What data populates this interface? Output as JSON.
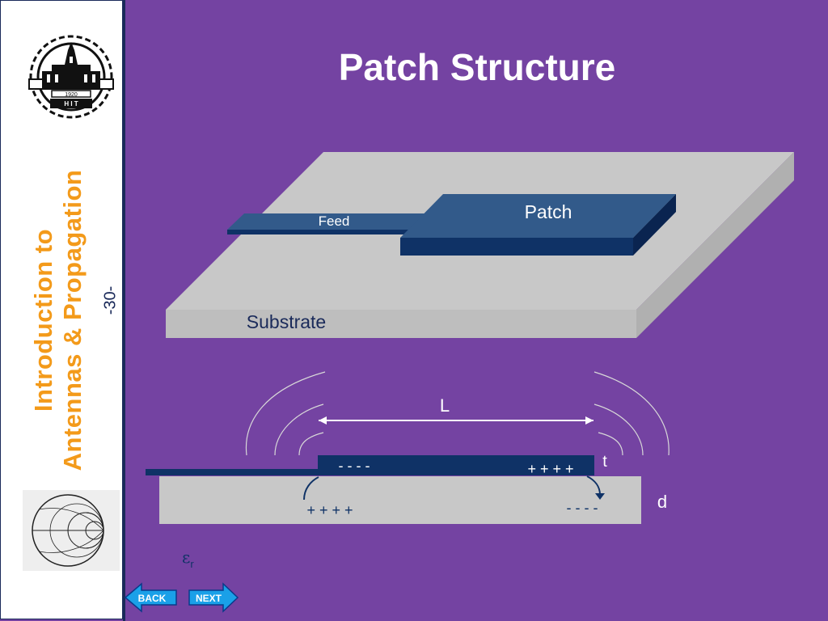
{
  "slide": {
    "title": "Patch Structure",
    "page_number": "-30-",
    "sidebar_title_line1": "Introduction to",
    "sidebar_title_line2": "Antennas & Propagation",
    "logo_text_year": "1920",
    "logo_text_abbr": "H I T"
  },
  "diagram_3d": {
    "feed_label": "Feed",
    "patch_label": "Patch",
    "substrate_label": "Substrate"
  },
  "diagram_cross_section": {
    "length_label": "L",
    "thickness_label": "t",
    "height_label": "d",
    "patch_top_left_charge": "- - - -",
    "patch_top_right_charge": "+ + + +",
    "ground_left_charge": "+ + + +",
    "ground_right_charge": "- - - -",
    "permittivity_symbol": "ε",
    "permittivity_subscript": "r"
  },
  "navigation": {
    "back_label": "BACK",
    "next_label": "NEXT"
  },
  "colors": {
    "background": "#7443a2",
    "patch_top": "#325a8a",
    "patch_side": "#0f3266",
    "substrate_top": "#c8c8c8",
    "substrate_side": "#b4b4b4",
    "title_accent": "#f39a1a"
  }
}
